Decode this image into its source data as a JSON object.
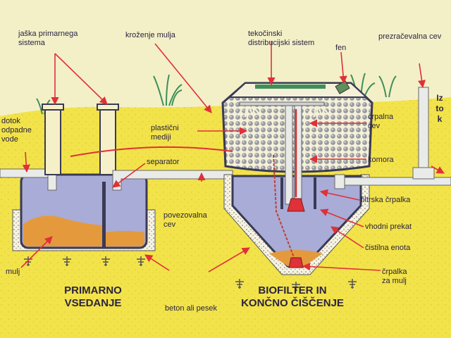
{
  "labels": {
    "jaska": "jaška primarnega\nsistema",
    "krozenje": "kroženje mulja",
    "tekocinski": "tekočinski\ndistribucijski sistem",
    "fen": "fen",
    "prezracevalna": "prezračevalna cev",
    "dotok": "dotok\nodpadne\nvode",
    "plasticni": "plastični\nmediji",
    "crpalna": "črpalna\ncev",
    "iztok": "Iztok",
    "komora": "komora",
    "separator": "separator",
    "povezovalna": "povezovalna\ncev",
    "filtrska": "filtrska črpalka",
    "vhodni": "vhodni prekat",
    "cistilna": "čistilna enota",
    "crpalka_mulj": "črpalka\nza mulj",
    "mulj": "mulj",
    "beton": "beton ali pesek"
  },
  "titles": {
    "primarno": "PRIMARNO\nVSEDANJE",
    "biofilter": "BIOFILTER IN\nKONČNO ČIŠČENJE"
  },
  "colors": {
    "sky": "#f3f0c8",
    "soil": "#f2e34a",
    "water": "#a9acd6",
    "sludge": "#e49a3c",
    "pipe": "#e9ebe9",
    "arrow": "#e03038",
    "text": "#2a2440"
  }
}
